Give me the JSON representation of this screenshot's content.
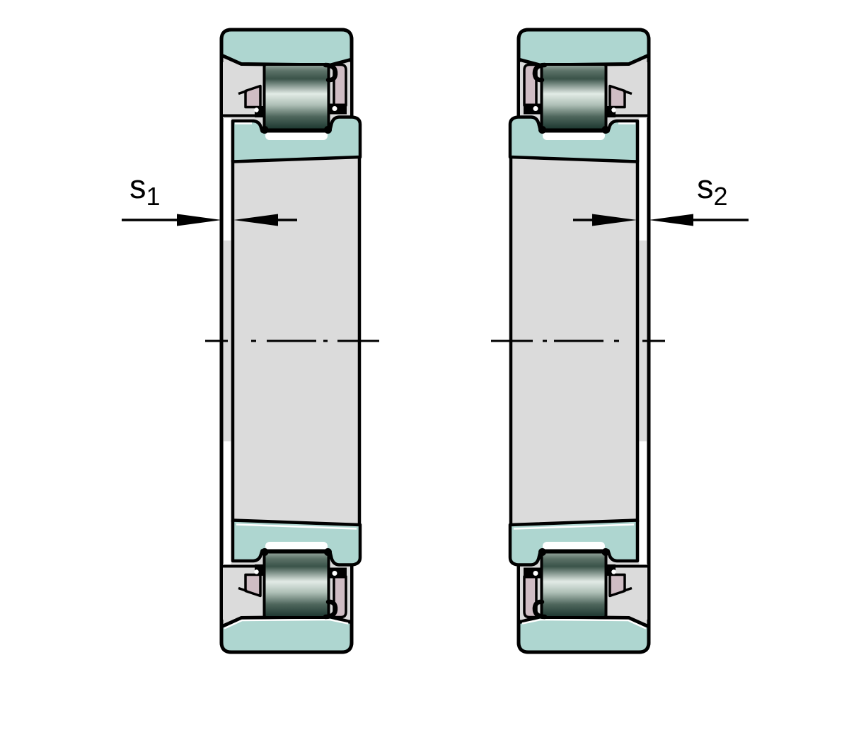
{
  "diagram": {
    "type": "technical-drawing",
    "subject": "Two mirrored cylindrical roller bearing cross-sections with axial displacement dimensions",
    "dimension_labels": {
      "left": {
        "symbol": "s",
        "subscript": "1"
      },
      "right": {
        "symbol": "s",
        "subscript": "2"
      }
    },
    "colors": {
      "background": "#ffffff",
      "outline": "#000000",
      "ring_face_teal": "#aed6d0",
      "steel_gray": "#dbdbdb",
      "cage_pink": "#cfbdc4",
      "highlight_white": "#ffffff",
      "roller_gradient": [
        "#9aaba2",
        "#5c7268",
        "#3a5349",
        "#e2ebe6",
        "#aebfb6",
        "#4e665c",
        "#1a342d"
      ]
    }
  }
}
